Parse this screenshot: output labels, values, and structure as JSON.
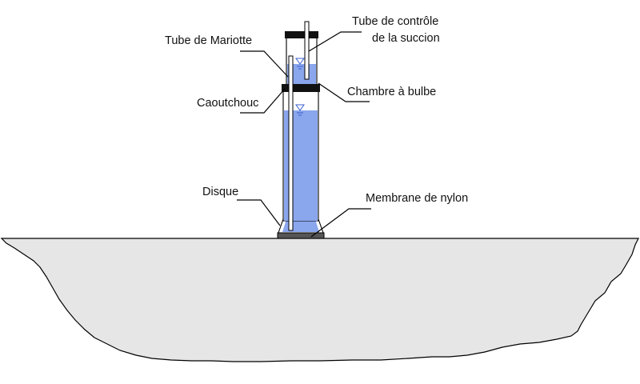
{
  "labels": {
    "mariotte_tube": "Tube de Mariotte",
    "rubber": "Caoutchouc",
    "disc": "Disque",
    "suction_tube_line1": "Tube de contrôle",
    "suction_tube_line2": "de la succion",
    "bulb_chamber": "Chambre à bulbe",
    "nylon_membrane": "Membrane de nylon"
  },
  "colors": {
    "water": "#8aa6ec",
    "soil": "#e6e6e6",
    "rubber": "#111111",
    "membrane": "#555555",
    "water_level_marker": "#3a5fd0"
  },
  "icons": [
    "water-level-marker-icon"
  ]
}
